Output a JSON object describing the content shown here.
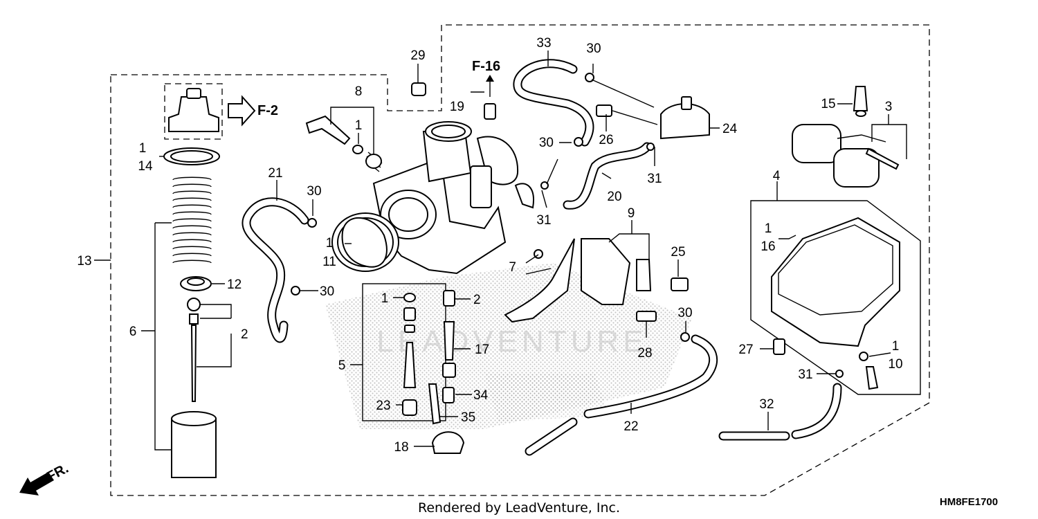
{
  "diagram": {
    "callouts": [
      {
        "id": "c29",
        "text": "29"
      },
      {
        "id": "c8",
        "text": "8"
      },
      {
        "id": "c1a",
        "text": "1"
      },
      {
        "id": "c33",
        "text": "33"
      },
      {
        "id": "c30a",
        "text": "30"
      },
      {
        "id": "c19",
        "text": "19"
      },
      {
        "id": "c30b",
        "text": "30"
      },
      {
        "id": "c26",
        "text": "26"
      },
      {
        "id": "c24",
        "text": "24"
      },
      {
        "id": "c31a",
        "text": "31"
      },
      {
        "id": "c15",
        "text": "15"
      },
      {
        "id": "c3",
        "text": "3"
      },
      {
        "id": "c1b",
        "text": "1"
      },
      {
        "id": "c14",
        "text": "14"
      },
      {
        "id": "c21",
        "text": "21"
      },
      {
        "id": "c30c",
        "text": "30"
      },
      {
        "id": "c20",
        "text": "20"
      },
      {
        "id": "c31b",
        "text": "31"
      },
      {
        "id": "c4",
        "text": "4"
      },
      {
        "id": "c13",
        "text": "13"
      },
      {
        "id": "c1c",
        "text": "1"
      },
      {
        "id": "c11",
        "text": "11"
      },
      {
        "id": "c9",
        "text": "9"
      },
      {
        "id": "c1d",
        "text": "1"
      },
      {
        "id": "c16",
        "text": "16"
      },
      {
        "id": "c7",
        "text": "7"
      },
      {
        "id": "c25",
        "text": "25"
      },
      {
        "id": "c12",
        "text": "12"
      },
      {
        "id": "c30d",
        "text": "30"
      },
      {
        "id": "c1e",
        "text": "1"
      },
      {
        "id": "c2a",
        "text": "2"
      },
      {
        "id": "c6",
        "text": "6"
      },
      {
        "id": "c2b",
        "text": "2"
      },
      {
        "id": "c30e",
        "text": "30"
      },
      {
        "id": "c17",
        "text": "17"
      },
      {
        "id": "c28",
        "text": "28"
      },
      {
        "id": "c27",
        "text": "27"
      },
      {
        "id": "c1f",
        "text": "1"
      },
      {
        "id": "c10",
        "text": "10"
      },
      {
        "id": "c5",
        "text": "5"
      },
      {
        "id": "c31c",
        "text": "31"
      },
      {
        "id": "c34",
        "text": "34"
      },
      {
        "id": "c23",
        "text": "23"
      },
      {
        "id": "c32",
        "text": "32"
      },
      {
        "id": "c35",
        "text": "35"
      },
      {
        "id": "c22",
        "text": "22"
      },
      {
        "id": "c18",
        "text": "18"
      }
    ],
    "refs": {
      "f2": "F-2",
      "f16": "F-16"
    },
    "direction": "FR.",
    "footer": "Rendered by LeadVenture, Inc.",
    "diagram_code": "HM8FE1700",
    "watermark": "LEADVENTURE"
  }
}
